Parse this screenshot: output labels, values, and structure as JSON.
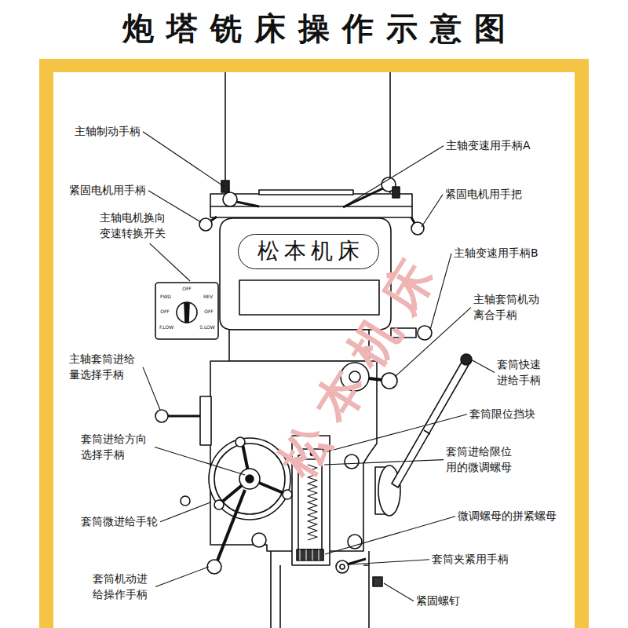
{
  "diagram": {
    "title": "炮塔铣床操作示意图",
    "nodes": [
      {
        "text": [
          "松本机床"
        ]
      }
    ],
    "labels": [
      "主轴制动手柄",
      "主轴变速用手柄A",
      "紧固电机用手柄",
      "紧固电机用手把",
      "主轴电机换向 变速转换开关",
      "主轴变速用手柄B",
      "主轴套筒机动 离合手柄",
      "主轴套筒进给 量选择手柄",
      "套筒快速 进给手柄",
      "套筒限位挡块",
      "套筒进给方向 选择手柄",
      "套筒进给限位 用的微调螺母",
      "套筒微进给手轮",
      "微调螺母的拼紧螺母",
      "套筒机动进 给操作手柄",
      "套筒夹紧用手柄",
      "紧固螺钉",
      "OFF",
      "FWD",
      "REV",
      "OFF",
      "OFF",
      "F.LOW",
      "S.LOW",
      "松本机床"
    ]
  }
}
